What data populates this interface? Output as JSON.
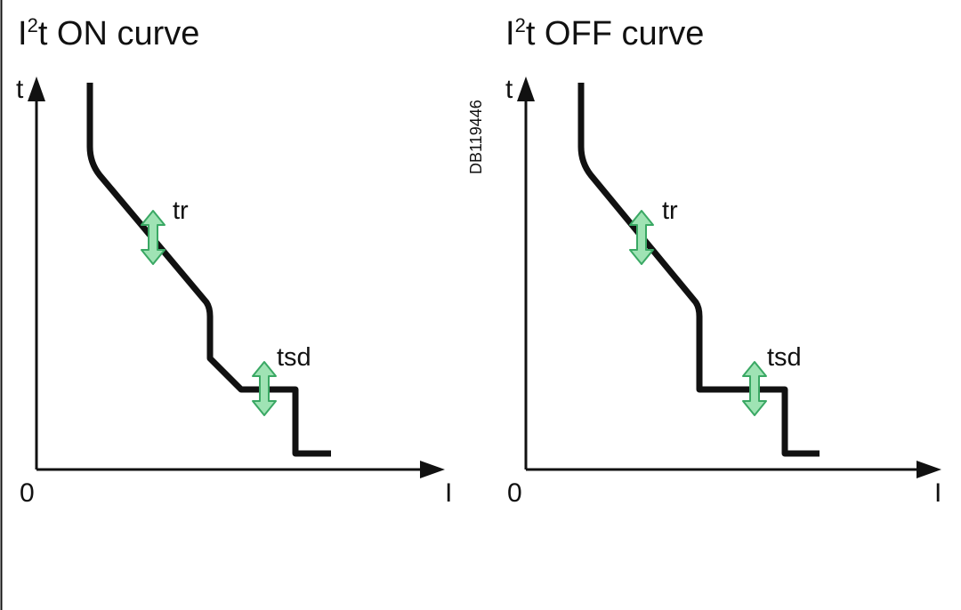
{
  "colors": {
    "ink": "#111111",
    "arrow_fill": "#9fe3b4",
    "arrow_stroke": "#3aa864",
    "background": "#ffffff"
  },
  "side_code": "DB119446",
  "panels": [
    {
      "id": "on",
      "title_prefix": "I",
      "title_sup": "2",
      "title_suffix": "t ON curve",
      "y_axis_label": "t",
      "x_axis_label": "I",
      "origin_label": "0",
      "markers": [
        {
          "label": "tr",
          "icon": "double-arrow-vertical-icon"
        },
        {
          "label": "tsd",
          "icon": "double-arrow-vertical-icon"
        }
      ]
    },
    {
      "id": "off",
      "title_prefix": "I",
      "title_sup": "2",
      "title_suffix": "t OFF curve",
      "y_axis_label": "t",
      "x_axis_label": "I",
      "origin_label": "0",
      "markers": [
        {
          "label": "tr",
          "icon": "double-arrow-vertical-icon"
        },
        {
          "label": "tsd",
          "icon": "double-arrow-vertical-icon"
        }
      ]
    }
  ]
}
